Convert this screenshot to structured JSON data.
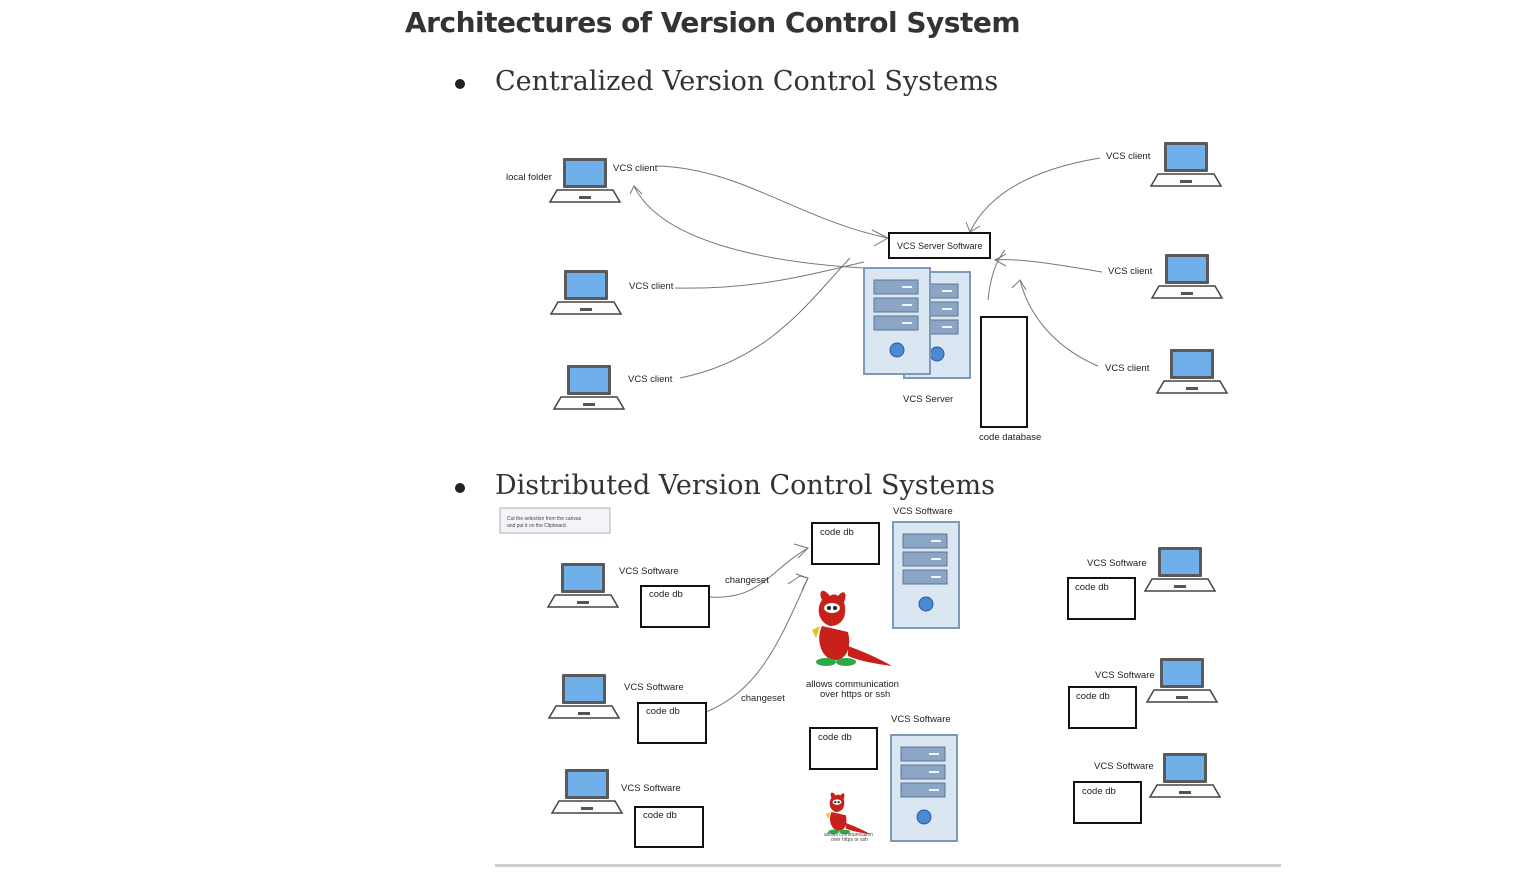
{
  "page": {
    "title": "Architectures of Version Control System",
    "section1_heading": "Centralized Version Control Systems",
    "section2_heading": "Distributed Version Control Systems"
  },
  "centralized": {
    "local_folder": "local folder",
    "client_label": "VCS client",
    "server_software": "VCS Server Software",
    "server_label": "VCS   Server",
    "code_database": "code database"
  },
  "distributed": {
    "tooltip": "Cut the selection from the canvas and put it on the Clipboard.",
    "software_label": "VCS Software",
    "code_db": "code db",
    "changeset": "changeset",
    "communication": "allows communication",
    "communication2": "over https or ssh"
  },
  "colors": {
    "screen": "#6fb0ea",
    "server_body": "#dbe6f3",
    "server_edge": "#7f9ab8",
    "drive": "#8aa6c4",
    "daemon_red": "#c8201a"
  }
}
